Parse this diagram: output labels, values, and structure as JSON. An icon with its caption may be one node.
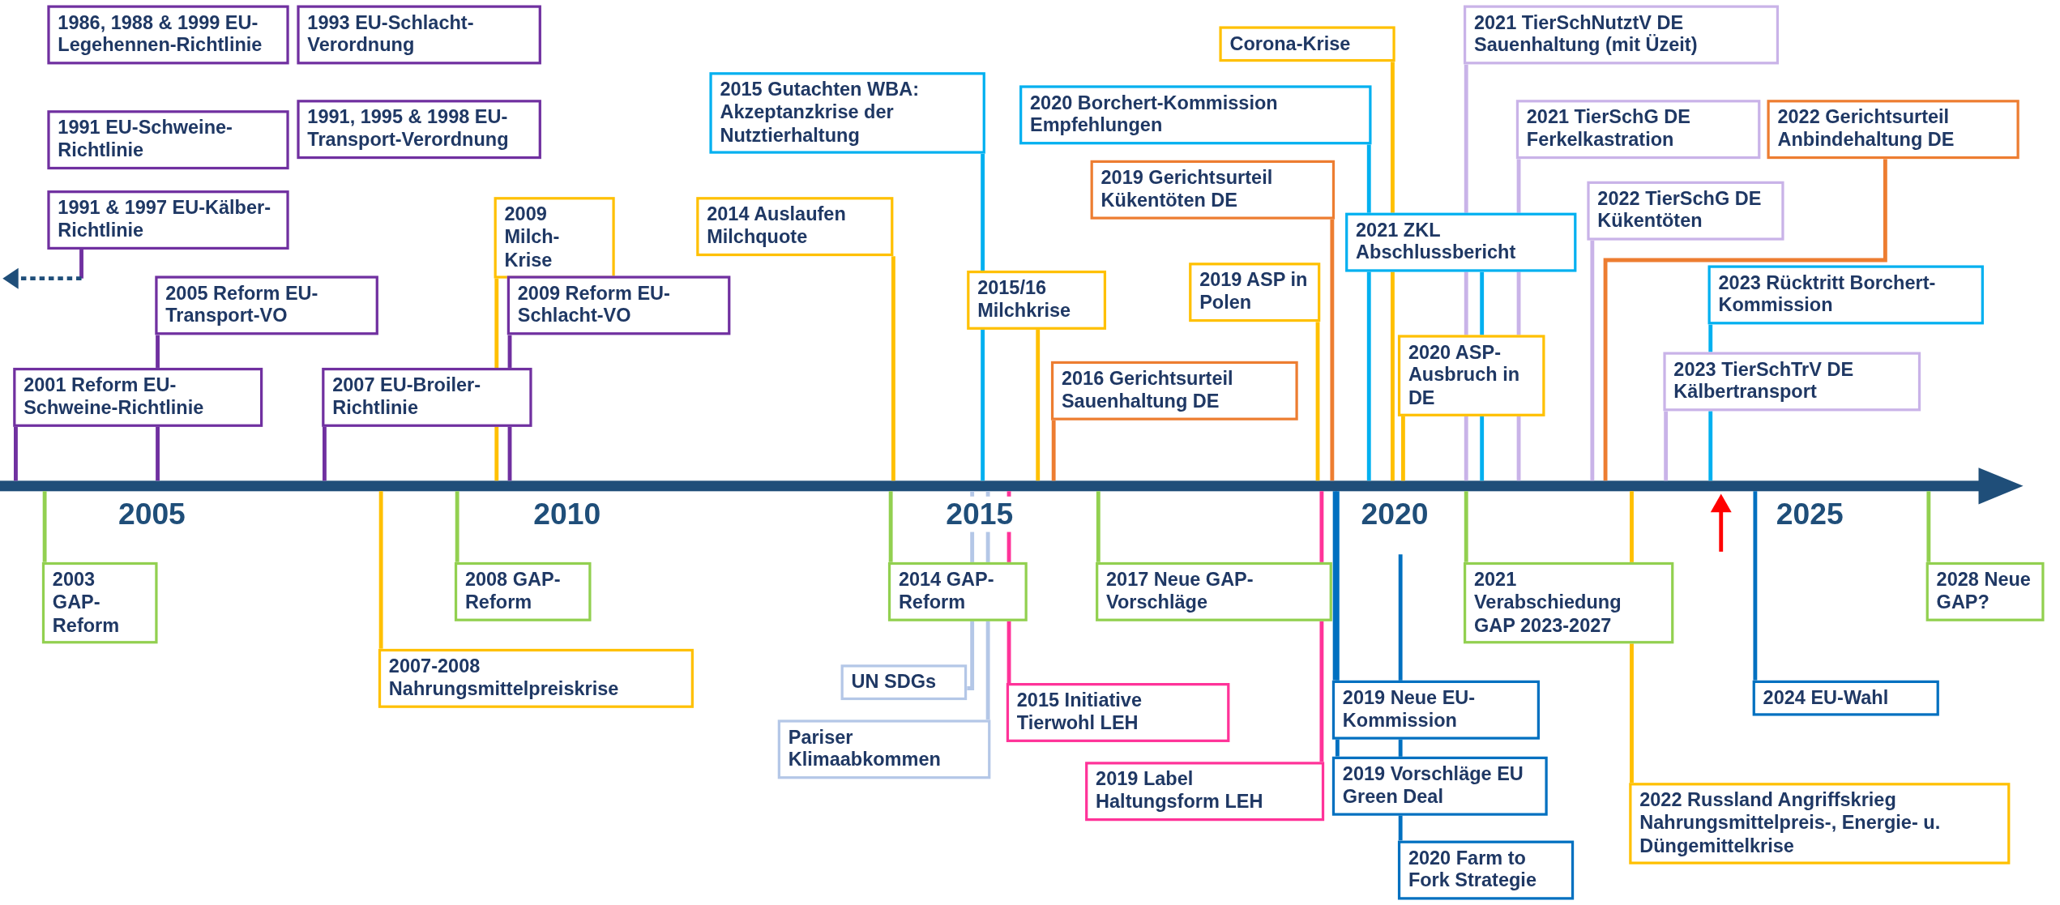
{
  "diagram": {
    "nodes": [
      {
        "text": [],
        "shape": "bar"
      },
      {
        "text": [
          "1986, 1988 & 1999 EU-Legehennen-Richtlinie"
        ]
      },
      {
        "text": [
          "1993 EU-Schlacht-Verordnung"
        ]
      },
      {
        "text": [
          "1991 EU-Schweine-Richtlinie"
        ]
      },
      {
        "text": [
          "1991, 1995 & 1998 EU-Transport-Verordnung"
        ]
      },
      {
        "text": [
          "1991 & 1997 EU-Kälber-Richtlinie"
        ]
      },
      {
        "text": [
          "2005 Reform EU-Transport-VO"
        ]
      },
      {
        "text": [
          "2001 Reform EU-Schweine-Richtlinie"
        ]
      },
      {
        "text": [
          "2007 EU-Broiler-Richtlinie"
        ]
      },
      {
        "text": [
          "2009 Milch-Krise"
        ]
      },
      {
        "text": [
          "2009 Reform EU-Schlacht-VO"
        ]
      },
      {
        "text": [
          "2014 Auslaufen Milchquote"
        ]
      },
      {
        "text": [
          "2015 Gutachten WBA: Akzeptanzkrise der Nutztierhaltung"
        ]
      },
      {
        "text": [
          "2015/16 Milchkrise"
        ]
      },
      {
        "text": [
          "2016 Gerichtsurteil Sauenhaltung DE"
        ]
      },
      {
        "text": [
          "2019 Gerichtsurteil Kükentöten DE"
        ]
      },
      {
        "text": [
          "2019 ASP in Polen"
        ]
      },
      {
        "text": [
          "2020 Borchert-Kommission Empfehlungen"
        ]
      },
      {
        "text": [
          "Corona-Krise"
        ]
      },
      {
        "text": [
          "2021 ZKL Abschlussbericht"
        ]
      },
      {
        "text": [
          "2020 ASP-Ausbruch in DE"
        ]
      },
      {
        "text": [
          "2021 TierSchNutztV DE Sauenhaltung (mit Üzeit)"
        ]
      },
      {
        "text": [
          "2021 TierSchG DE Ferkelkastration"
        ]
      },
      {
        "text": [
          "2022 TierSchG DE Kükentöten"
        ]
      },
      {
        "text": [
          "2022 Gerichtsurteil Anbindehaltung DE"
        ]
      },
      {
        "text": [
          "2023 Rücktritt Borchert-Kommission"
        ]
      },
      {
        "text": [
          "2023 TierSchTrV DE Kälbertransport"
        ]
      },
      {
        "text": [
          "2003 GAP-Reform"
        ]
      },
      {
        "text": [
          "2007-2008 Nahrungsmittelpreiskrise"
        ]
      },
      {
        "text": [
          "2008 GAP-Reform"
        ]
      },
      {
        "text": [
          "2014 GAP-Reform"
        ]
      },
      {
        "text": [
          "UN SDGs"
        ]
      },
      {
        "text": [
          "Pariser Klimaabkommen"
        ]
      },
      {
        "text": [
          "2015 Initiative Tierwohl LEH"
        ]
      },
      {
        "text": [
          "2017 Neue GAP-Vorschläge"
        ]
      },
      {
        "text": [
          "2019 Label Haltungsform LEH"
        ]
      },
      {
        "text": [
          "2019 Neue EU-Kommission"
        ]
      },
      {
        "text": [
          "2019 Vorschläge EU Green Deal"
        ]
      },
      {
        "text": [
          "2020 Farm to Fork Strategie"
        ]
      },
      {
        "text": [
          "2021 Verabschiedung GAP 2023-2027"
        ]
      },
      {
        "text": [
          "2022 Russland Angriffskrieg Nahrungsmittelpreis-, Energie- u. Düngemittelkrise"
        ]
      },
      {
        "text": [
          "2024 EU-Wahl"
        ]
      },
      {
        "text": [
          "2028 Neue GAP?"
        ]
      }
    ],
    "edges": [
      {
        "from": 5,
        "to": null,
        "arrow": "none",
        "color": "#7030a0"
      },
      {
        "from": 6,
        "to": 0,
        "arrow": "none",
        "color": "#7030a0"
      },
      {
        "from": 7,
        "to": 0,
        "arrow": "none",
        "color": "#7030a0"
      },
      {
        "from": 8,
        "to": 0,
        "arrow": "none",
        "color": "#7030a0"
      },
      {
        "from": 9,
        "to": 0,
        "arrow": "none",
        "color": "#ffc000"
      },
      {
        "from": 10,
        "to": 0,
        "arrow": "none",
        "color": "#7030a0"
      },
      {
        "from": 11,
        "to": 0,
        "arrow": "none",
        "color": "#ffc000"
      },
      {
        "from": 12,
        "to": 0,
        "arrow": "none",
        "color": "#00b0f0"
      },
      {
        "from": 13,
        "to": 0,
        "arrow": "none",
        "color": "#ffc000"
      },
      {
        "from": 14,
        "to": 0,
        "arrow": "none",
        "color": "#ed7d31"
      },
      {
        "from": 15,
        "to": 0,
        "arrow": "none",
        "color": "#ed7d31"
      },
      {
        "from": 16,
        "to": 0,
        "arrow": "none",
        "color": "#ffc000"
      },
      {
        "from": 17,
        "to": 0,
        "arrow": "none",
        "color": "#00b0f0"
      },
      {
        "from": 18,
        "to": 0,
        "arrow": "none",
        "color": "#ffc000"
      },
      {
        "from": 19,
        "to": 0,
        "arrow": "none",
        "color": "#00b0f0"
      },
      {
        "from": 20,
        "to": 0,
        "arrow": "none",
        "color": "#ffc000"
      },
      {
        "from": 21,
        "to": 0,
        "arrow": "none",
        "color": "#c9b3e8"
      },
      {
        "from": 22,
        "to": 0,
        "arrow": "none",
        "color": "#c9b3e8"
      },
      {
        "from": 23,
        "to": 0,
        "arrow": "none",
        "color": "#c9b3e8"
      },
      {
        "from": 24,
        "to": 0,
        "arrow": "none",
        "color": "#ed7d31"
      },
      {
        "from": 25,
        "to": 0,
        "arrow": "none",
        "color": "#00b0f0"
      },
      {
        "from": 26,
        "to": 0,
        "arrow": "none",
        "color": "#c9b3e8"
      },
      {
        "from": 27,
        "to": 0,
        "arrow": "none",
        "color": "#92d050"
      },
      {
        "from": 28,
        "to": 0,
        "arrow": "none",
        "color": "#ffc000"
      },
      {
        "from": 29,
        "to": 0,
        "arrow": "none",
        "color": "#92d050"
      },
      {
        "from": 30,
        "to": 0,
        "arrow": "none",
        "color": "#92d050"
      },
      {
        "from": 31,
        "to": 0,
        "arrow": "none",
        "color": "#b4c7e7"
      },
      {
        "from": 32,
        "to": 0,
        "arrow": "none",
        "color": "#b4c7e7"
      },
      {
        "from": 33,
        "to": 0,
        "arrow": "none",
        "color": "#ff3399"
      },
      {
        "from": 34,
        "to": 0,
        "arrow": "none",
        "color": "#92d050"
      },
      {
        "from": 35,
        "to": 0,
        "arrow": "none",
        "color": "#ff3399"
      },
      {
        "from": 36,
        "to": 0,
        "arrow": "none",
        "color": "#0070c0"
      },
      {
        "from": 37,
        "to": 0,
        "arrow": "none",
        "color": "#0070c0"
      },
      {
        "from": 38,
        "to": null,
        "arrow": "none",
        "color": "#0070c0"
      },
      {
        "from": 39,
        "to": 0,
        "arrow": "none",
        "color": "#92d050"
      },
      {
        "from": 40,
        "to": 0,
        "arrow": "none",
        "color": "#ffc000"
      },
      {
        "from": 41,
        "to": 0,
        "arrow": "none",
        "color": "#0070c0"
      },
      {
        "from": 42,
        "to": 0,
        "arrow": "none",
        "color": "#92d050"
      }
    ],
    "labels": [
      "2005",
      "2010",
      "2015",
      "2020",
      "2025"
    ]
  }
}
